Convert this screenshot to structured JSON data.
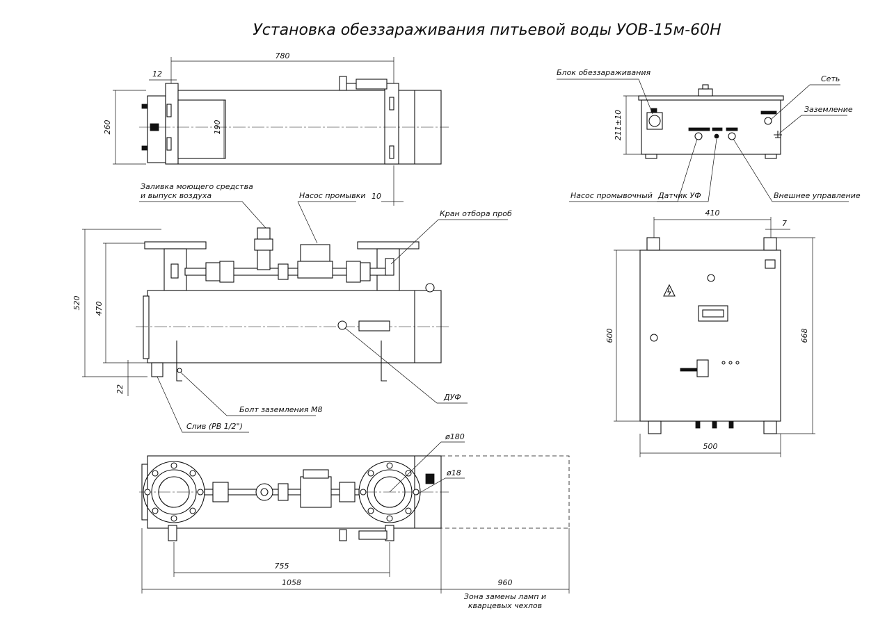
{
  "title": "Установка обеззараживания питьевой воды УОВ-15м-60Н",
  "dimensions": {
    "top_length": "780",
    "top_flange": "12",
    "top_height": "260",
    "top_body": "190",
    "front_overall_height": "520",
    "front_axis_height": "470",
    "front_foot": "22",
    "front_gap": "10",
    "bottom_pitch": "755",
    "bottom_overall": "1058",
    "bottom_service": "960",
    "flange_dia": "ø180",
    "hole_dia": "ø18",
    "box_height": "211±10",
    "box_mount": "410",
    "box_tab": "7",
    "box_panel_h": "600",
    "box_overall_h": "668",
    "box_width": "500"
  },
  "labels": {
    "detergent": "Заливка моющего средства",
    "detergent2": "и выпуск воздуха",
    "flush_pump": "Насос промывки",
    "sample_valve": "Кран отбора проб",
    "uv_sensor_pipe": "ДУФ",
    "ground_bolt": "Болт заземления М8",
    "drain": "Слив (РВ 1/2\")",
    "service_zone": "Зона замены ламп и",
    "service_zone2": "кварцевых чехлов",
    "control_block": "Блок обеззараживания",
    "mains": "Сеть",
    "grounding": "Заземление",
    "flush_pump_conn": "Насос промывочный",
    "uv_sensor": "Датчик УФ",
    "external_control": "Внешнее управление"
  }
}
